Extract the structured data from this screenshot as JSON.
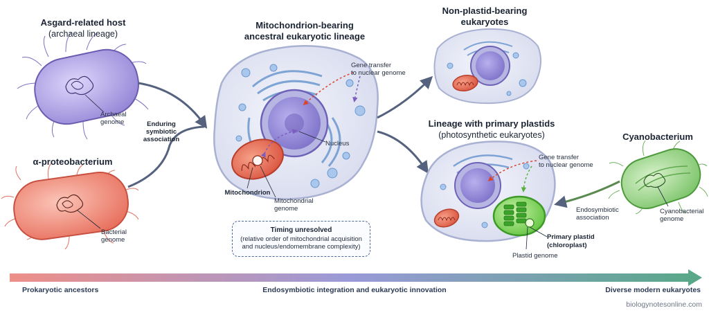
{
  "colors": {
    "host": "#a89be0",
    "bacterium": "#f08070",
    "cyano": "#8ccf7a",
    "cytoplasm": "#e6e8f5",
    "nucleus": "#8a7fd0",
    "mito": "#e3604a",
    "plastid": "#6fcf4a",
    "gradient_start": "#ee8f88",
    "gradient_end": "#5aa88a"
  },
  "host": {
    "title": "Asgard-related host",
    "subtitle": "(archaeal lineage)",
    "genome_label_1": "Archaeal",
    "genome_label_2": "genome"
  },
  "bacterium": {
    "title": "α-proteobacterium",
    "genome_label_1": "Bacterial",
    "genome_label_2": "genome"
  },
  "symbiosis": {
    "line1": "Enduring",
    "line2": "symbiotic",
    "line3": "association"
  },
  "ancestral": {
    "title_1": "Mitochondrion-bearing",
    "title_2": "ancestral eukaryotic lineage",
    "gene_transfer_1": "Gene transfer",
    "gene_transfer_2": "to nuclear genome",
    "nucleus": "Nucleus",
    "mitochondrion": "Mitochondrion",
    "mito_genome_1": "Mitochondrial",
    "mito_genome_2": "genome"
  },
  "timing": {
    "title": "Timing unresolved",
    "line1": "(relative order of mitochondrial acquisition",
    "line2": "and nucleus/endomembrane complexity)"
  },
  "non_plastid": {
    "title_1": "Non-plastid-bearing",
    "title_2": "eukaryotes"
  },
  "plastid_lineage": {
    "title": "Lineage with primary plastids",
    "subtitle": "(photosynthetic eukaryotes)",
    "gene_transfer_1": "Gene transfer",
    "gene_transfer_2": "to nuclear genome",
    "plastid_1": "Primary plastid",
    "plastid_2": "(chloroplast)",
    "plastid_genome": "Plastid genome"
  },
  "cyano": {
    "title": "Cyanobacterium",
    "endo_1": "Endosymbiotic",
    "endo_2": "association",
    "genome_1": "Cyanobacterial",
    "genome_2": "genome"
  },
  "axis": {
    "left": "Prokaryotic ancestors",
    "middle": "Endosymbiotic integration and eukaryotic innovation",
    "right": "Diverse modern eukaryotes"
  },
  "credit": "biologynotesonline.com"
}
